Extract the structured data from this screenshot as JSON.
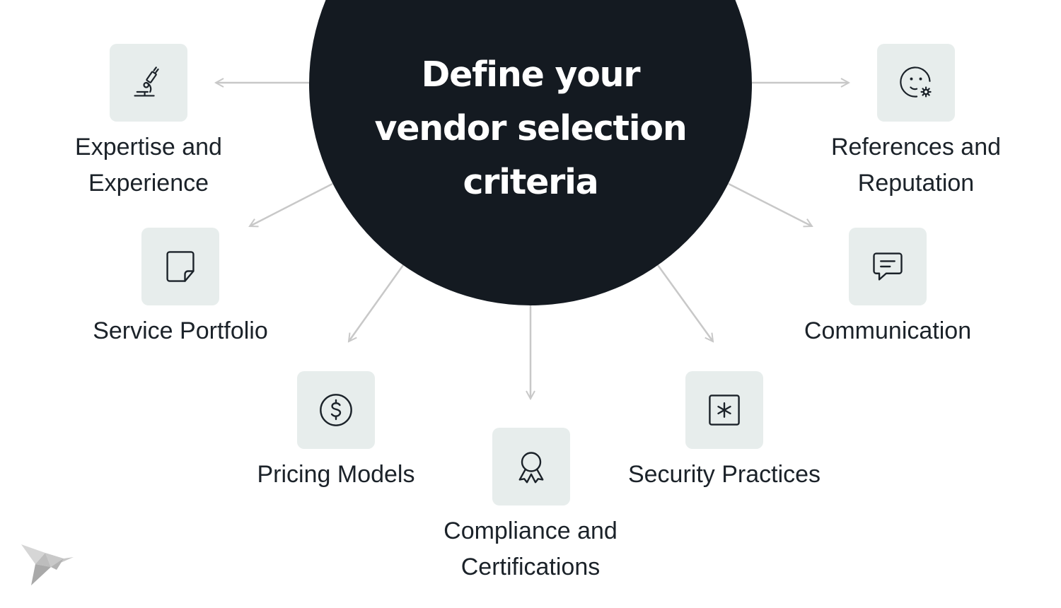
{
  "hub": {
    "title": "Define your\nvendor selection\ncriteria"
  },
  "criteria": {
    "expertise": {
      "label": "Expertise and\nExperience",
      "icon": "microscope-icon"
    },
    "references": {
      "label": "References and\nReputation",
      "icon": "face-settings-icon"
    },
    "service": {
      "label": "Service Portfolio",
      "icon": "sticky-note-icon"
    },
    "communication": {
      "label": "Communication",
      "icon": "chat-bubble-icon"
    },
    "pricing": {
      "label": "Pricing Models",
      "icon": "dollar-coin-icon"
    },
    "security": {
      "label": "Security Practices",
      "icon": "asterisk-square-icon"
    },
    "compliance": {
      "label": "Compliance and\nCertifications",
      "icon": "award-ribbon-icon"
    }
  },
  "colors": {
    "hub": "#141a21",
    "tile": "#e7edec",
    "arrow": "#c8c8c8",
    "text": "#1b2229",
    "hub_text": "#ffffff"
  },
  "logo": {
    "icon": "origami-bird-logo"
  }
}
